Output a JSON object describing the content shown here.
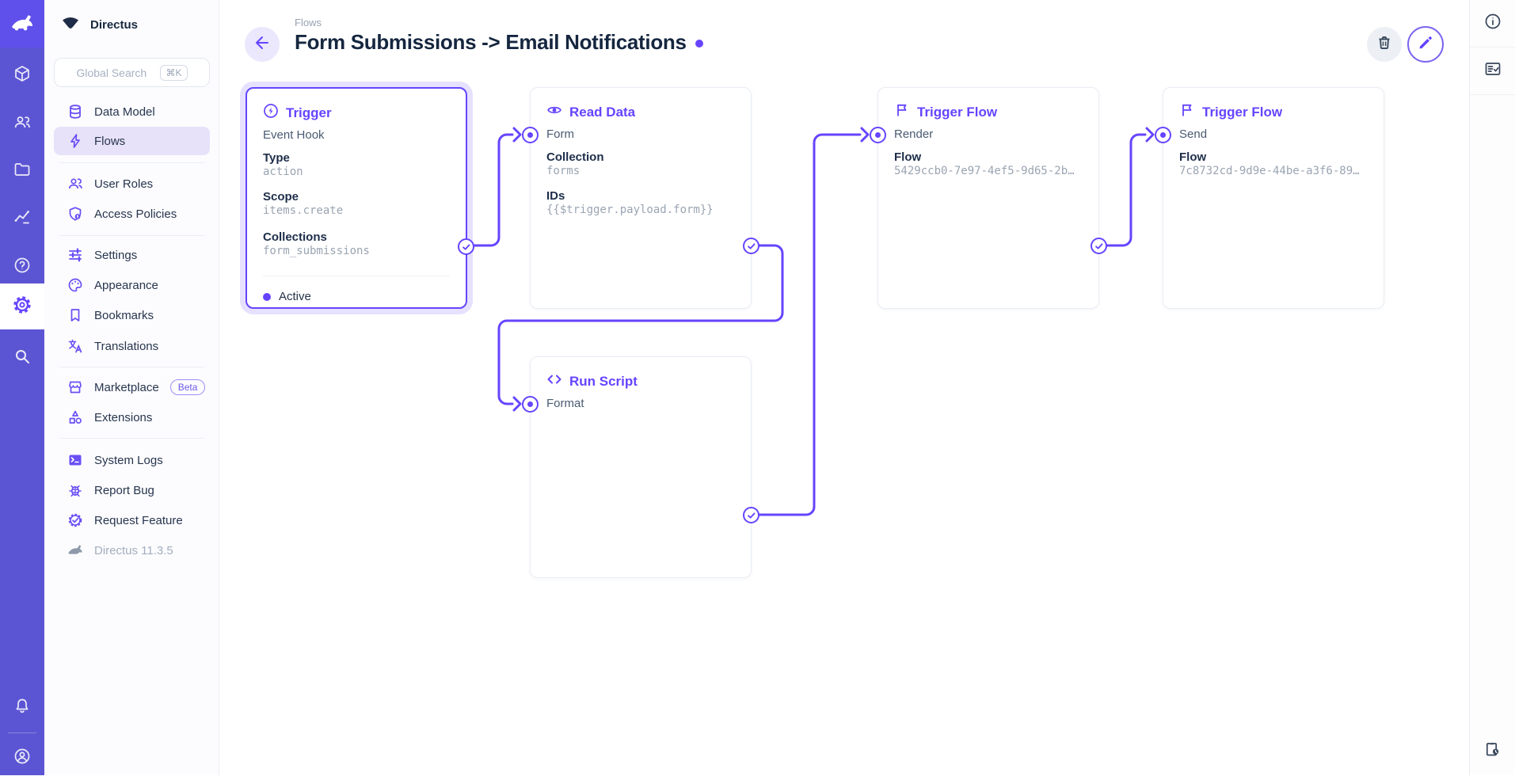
{
  "colors": {
    "accent": "#6644FF",
    "rail": "#5C55D3",
    "rail_top": "#5F50EC",
    "active_pill": "#E7E2F9"
  },
  "module_bar": {
    "modules": [
      "content",
      "users",
      "files",
      "insights",
      "docs",
      "settings",
      "search"
    ],
    "active_module": "settings",
    "bottom": [
      "notifications",
      "account"
    ]
  },
  "sidebar": {
    "app_name": "Directus",
    "search": {
      "placeholder": "Global Search",
      "shortcut": "⌘K"
    },
    "items": [
      {
        "label": "Data Model"
      },
      {
        "label": "Flows",
        "active": true
      },
      {
        "label": "User Roles"
      },
      {
        "label": "Access Policies"
      },
      {
        "label": "Settings"
      },
      {
        "label": "Appearance"
      },
      {
        "label": "Bookmarks"
      },
      {
        "label": "Translations"
      },
      {
        "label": "Marketplace",
        "badge": "Beta"
      },
      {
        "label": "Extensions"
      },
      {
        "label": "System Logs"
      },
      {
        "label": "Report Bug"
      },
      {
        "label": "Request Feature"
      }
    ],
    "version": "Directus 11.3.5"
  },
  "header": {
    "breadcrumb": "Flows",
    "title": "Form Submissions -> Email Notifications"
  },
  "flow": {
    "nodes": [
      {
        "type": "Trigger",
        "subtitle": "Event Hook",
        "fields": [
          {
            "label": "Type",
            "value": "action"
          },
          {
            "label": "Scope",
            "value": "items.create"
          },
          {
            "label": "Collections",
            "value": "form_submissions"
          }
        ],
        "status": "Active"
      },
      {
        "type": "Read Data",
        "name": "Form",
        "fields": [
          {
            "label": "Collection",
            "value": "forms"
          },
          {
            "label": "IDs",
            "value": "{{$trigger.payload.form}}"
          }
        ]
      },
      {
        "type": "Trigger Flow",
        "name": "Render",
        "fields": [
          {
            "label": "Flow",
            "value": "5429ccb0-7e97-4ef5-9d65-2b…"
          }
        ]
      },
      {
        "type": "Trigger Flow",
        "name": "Send",
        "fields": [
          {
            "label": "Flow",
            "value": "7c8732cd-9d9e-44be-a3f6-89…"
          }
        ]
      },
      {
        "type": "Run Script",
        "name": "Format"
      }
    ]
  }
}
